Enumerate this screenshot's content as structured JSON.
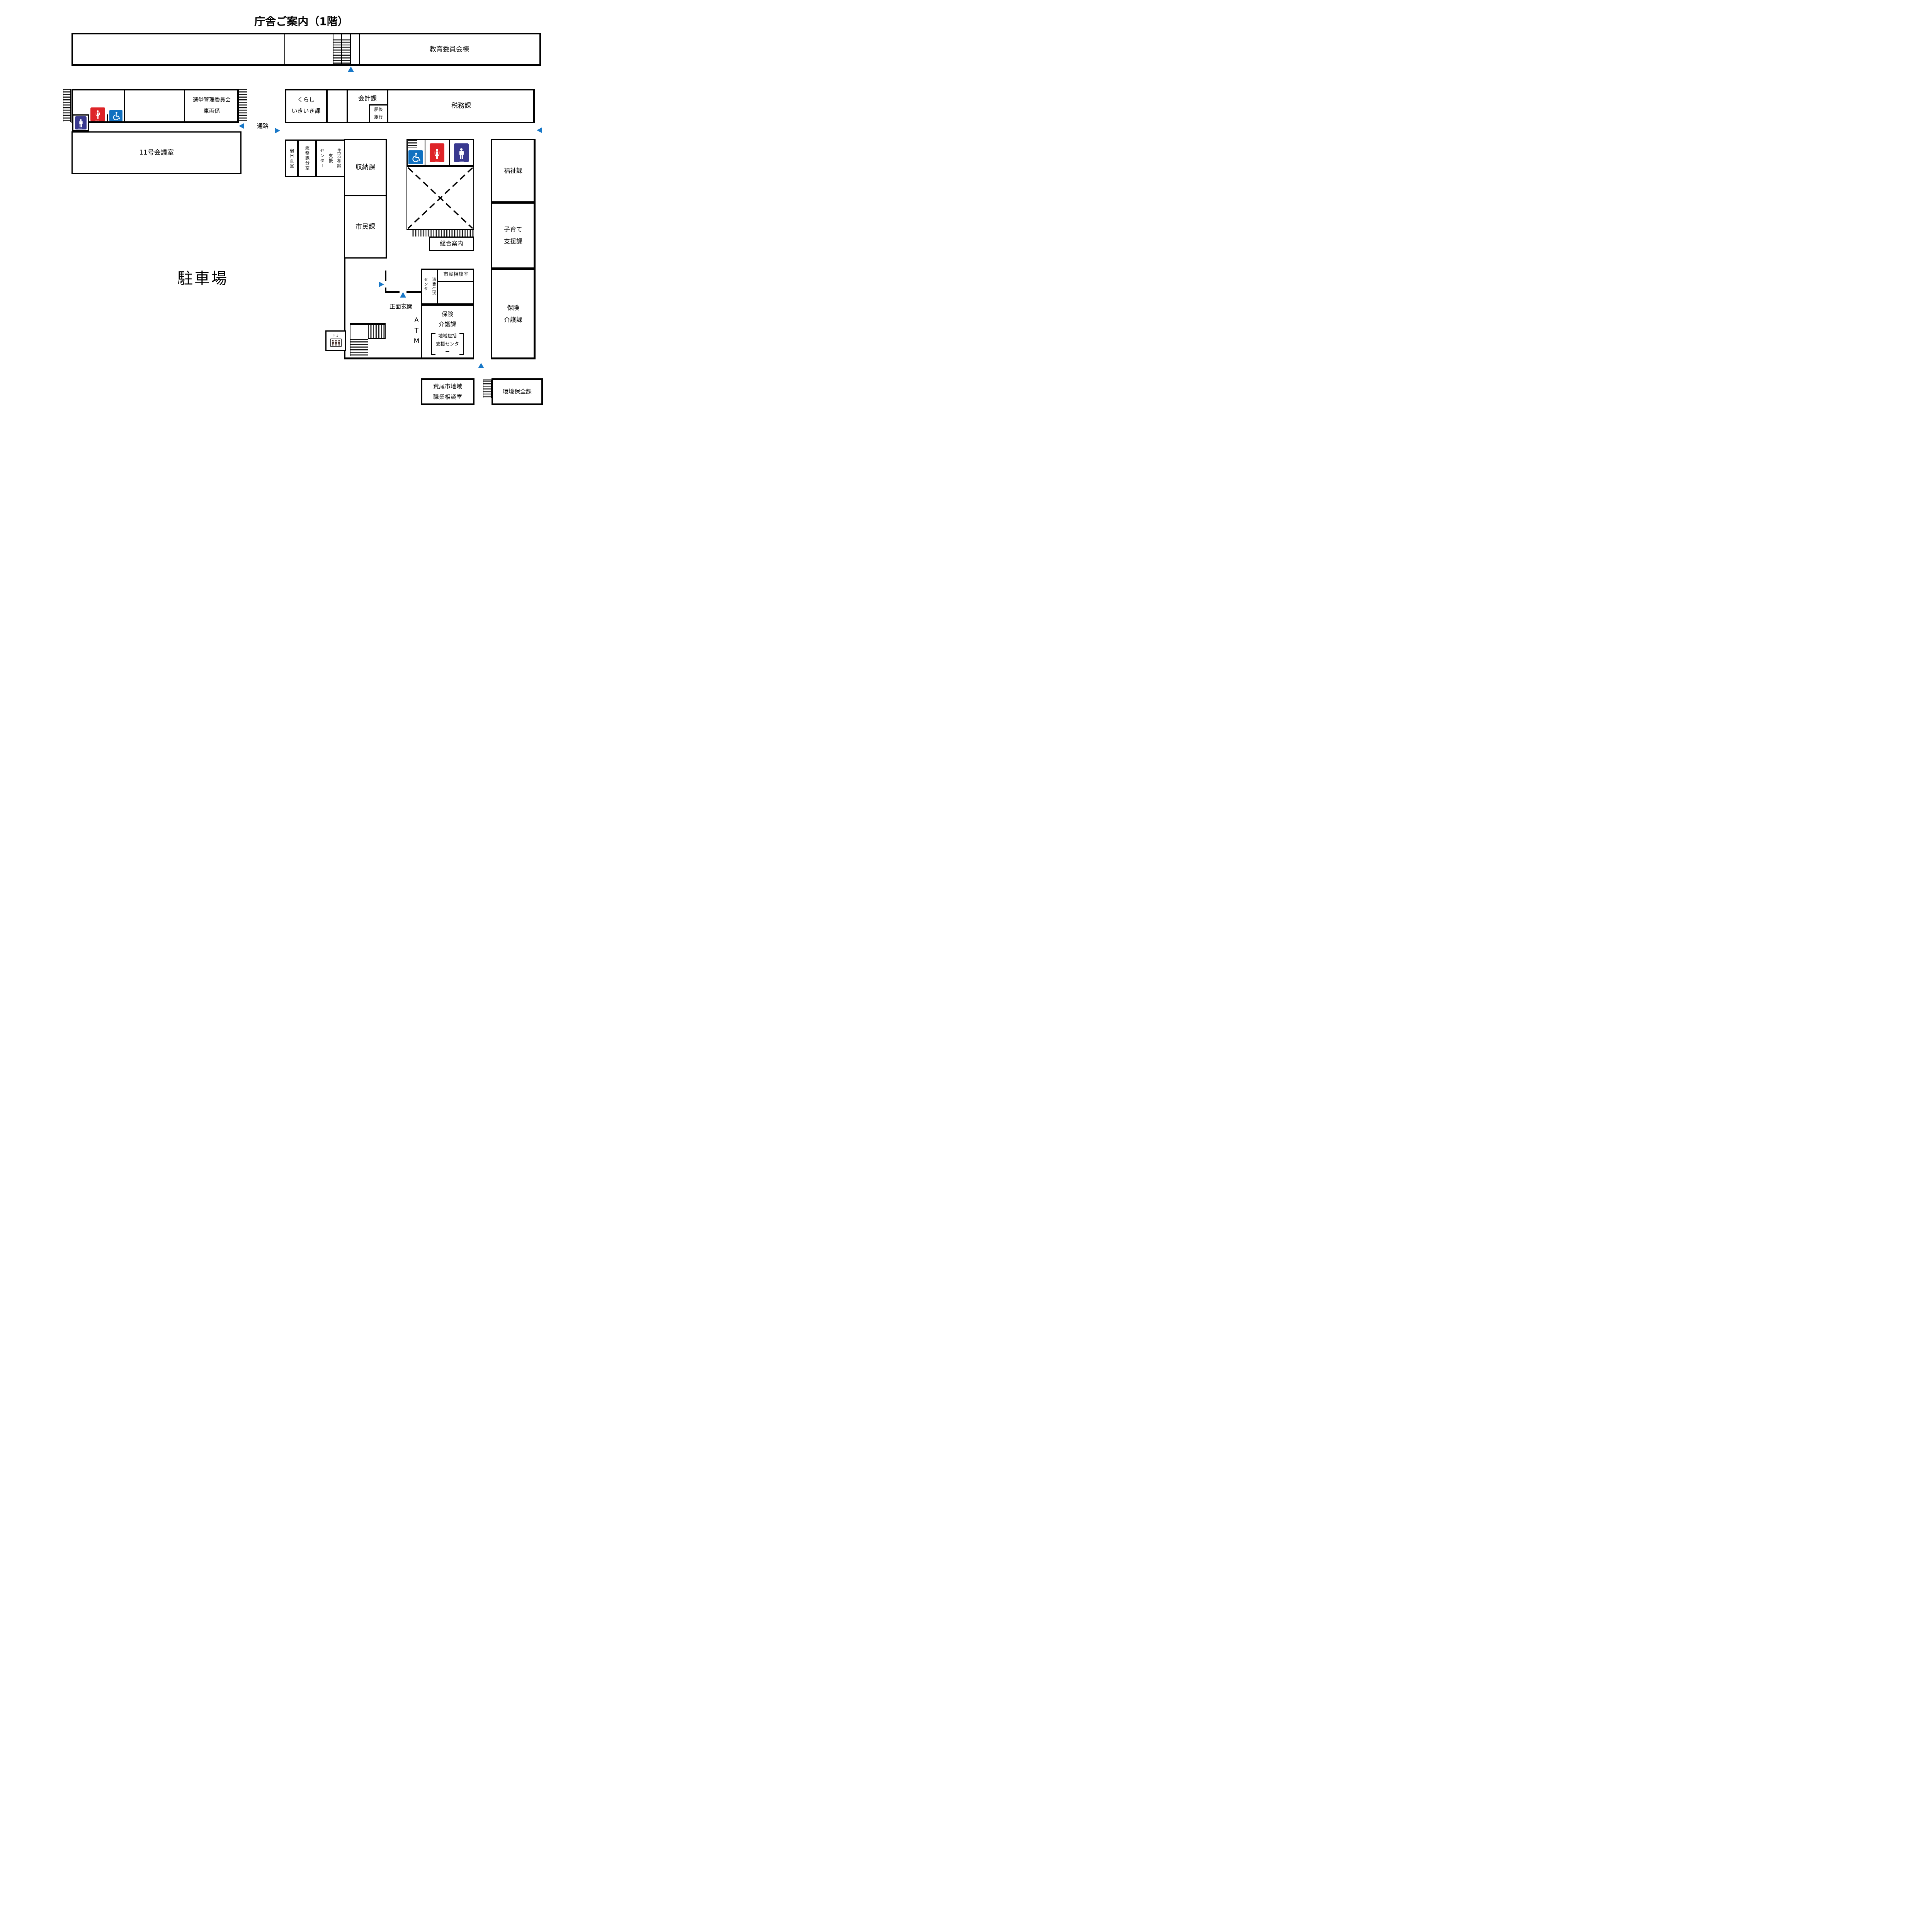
{
  "title": "庁舎ご案内（1階）",
  "colors": {
    "accent_blue": "#1878C8",
    "sign_red": "#DE2428",
    "sign_navy": "#39398F",
    "sign_blue": "#1070C0",
    "wall": "#000000"
  },
  "top_building": {
    "label": "教育委員会棟"
  },
  "left_building": {
    "election_office": "選挙管理委員会\n車両係",
    "meeting_room": "11号会議室"
  },
  "passage": {
    "label": "通路"
  },
  "main_building": {
    "kurashi": "くらし\nいきいき課",
    "kaikei": "会計課",
    "higo_bank": "肥後\n銀行",
    "zeimu": "税務課",
    "shukunichi": {
      "cols": [
        "宿日直室"
      ]
    },
    "somu": {
      "cols": [
        "総務課分室"
      ]
    },
    "seikatsu": {
      "cols": [
        "生活相談",
        "支援",
        "センター"
      ]
    },
    "shuno": "収納課",
    "shimin": "市民課",
    "sogo_annai": "総合案内",
    "fukushi": "福祉課",
    "kosodate": "子育て\n支援課",
    "hoken_right": "保険\n介護課",
    "shimin_sodan": "市民相談室",
    "shohi": {
      "cols": [
        "消費生活",
        "センター"
      ]
    },
    "hoken_center": "保険\n介護課",
    "chiiki_hokatsu": "地域包括\n支援センター",
    "atm": "ATM",
    "entrance": "正面玄関"
  },
  "parking": "駐車場",
  "annex": {
    "shokugyo": "荒尾市地域\n職業相談室",
    "kankyo": "環境保全課"
  },
  "signs": {
    "toilet_text": "TOILET",
    "elevator_arrows": "↑↓"
  }
}
